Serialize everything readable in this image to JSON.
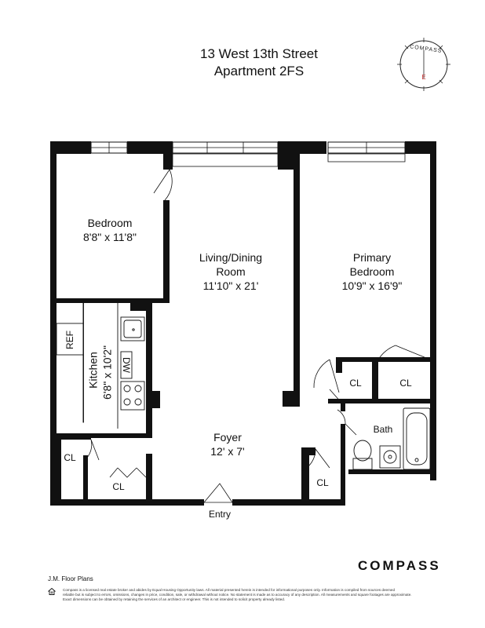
{
  "header": {
    "address": "13 West 13th Street",
    "unit": "Apartment 2FS"
  },
  "compass": {
    "word": "COMPASS",
    "direction": "E"
  },
  "rooms": {
    "bedroom": {
      "name": "Bedroom",
      "size": "8'8\" x 11'8\""
    },
    "living": {
      "name_line1": "Living/Dining",
      "name_line2": "Room",
      "size": "11'10\" x 21'"
    },
    "primary": {
      "name_line1": "Primary",
      "name_line2": "Bedroom",
      "size": "10'9\" x 16'9\""
    },
    "kitchen": {
      "name": "Kitchen",
      "size": "6'8\" x 10'2\""
    },
    "foyer": {
      "name": "Foyer",
      "size": "12' x 7'"
    },
    "bath": {
      "name": "Bath"
    }
  },
  "labels": {
    "closet": "CL",
    "ref": "REF",
    "dw": "DW",
    "entry": "Entry"
  },
  "footer": {
    "credit": "J.M. Floor Plans",
    "brand": "COMPASS",
    "disclaimer_line1": "Compass is a licensed real estate broker and abides by Equal Housing Opportunity laws. All material presented herein is intended for informational purposes only. Information is compiled from sources deemed",
    "disclaimer_line2": "reliable but is subject to errors, omissions, changes in price, condition, sale, or withdrawal without notice. No statement is made as to accuracy of any description. All measurements and square footages are approximate.",
    "disclaimer_line3": "Exact dimensions can be obtained by retaining the services of an architect or engineer. This is not intended to solicit property already listed."
  }
}
